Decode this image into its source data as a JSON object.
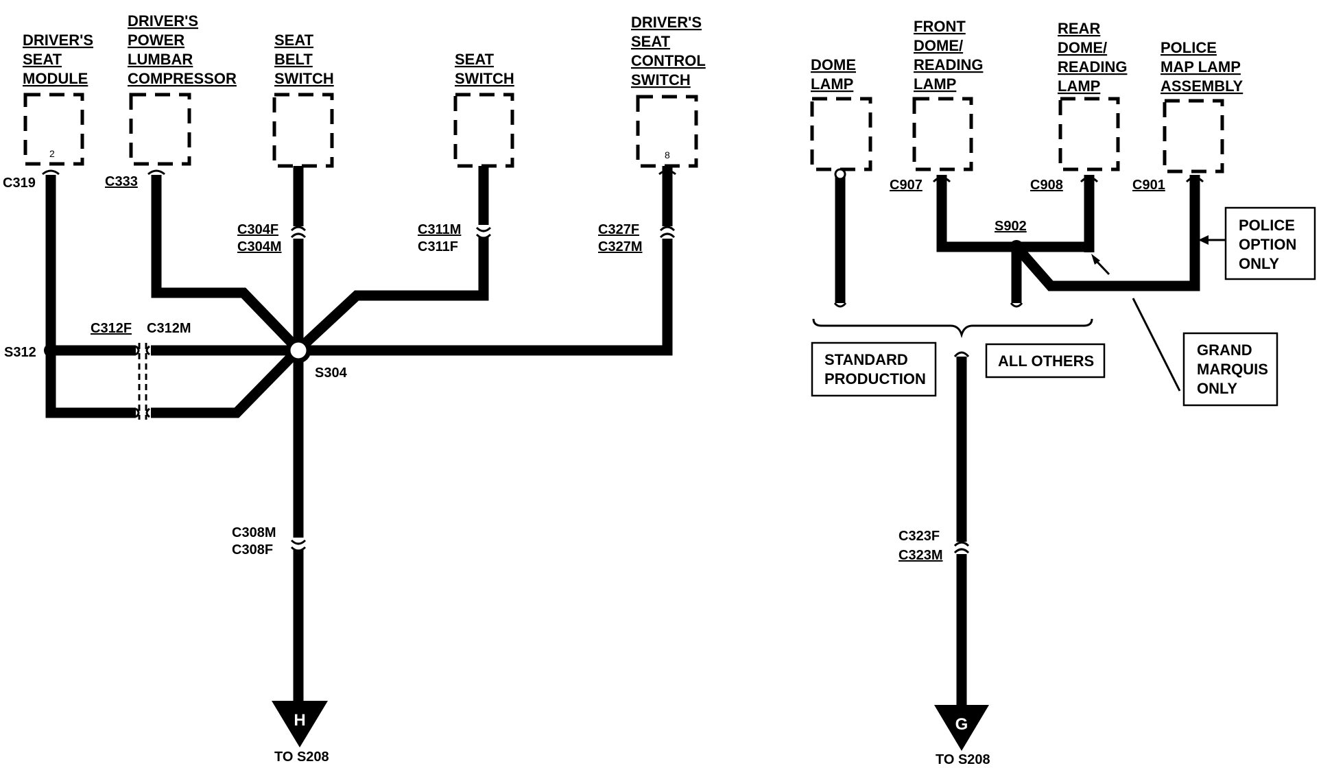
{
  "left_section": {
    "components": [
      {
        "lines": [
          "DRIVER'S",
          "SEAT",
          "MODULE"
        ],
        "pin": "2",
        "connector": "C319"
      },
      {
        "lines": [
          "DRIVER'S",
          "POWER",
          "LUMBAR",
          "COMPRESSOR"
        ],
        "pin": "",
        "connector": "C333"
      },
      {
        "lines": [
          "SEAT",
          "BELT",
          "SWITCH"
        ],
        "pin": "",
        "connector": ""
      },
      {
        "lines": [
          "SEAT",
          "SWITCH"
        ],
        "pin": "",
        "connector": ""
      },
      {
        "lines": [
          "DRIVER'S",
          "SEAT",
          "CONTROL",
          "SWITCH"
        ],
        "pin": "8",
        "connector": ""
      }
    ],
    "connectors": {
      "c304": [
        "C304F",
        "C304M"
      ],
      "c311": [
        "C311M",
        "C311F"
      ],
      "c327": [
        "C327F",
        "C327M"
      ],
      "c312f": "C312F",
      "c312m": "C312M",
      "c308": [
        "C308M",
        "C308F"
      ]
    },
    "splices": {
      "s312": "S312",
      "s304": "S304"
    },
    "ground": {
      "letter": "H",
      "to": "TO S208"
    }
  },
  "right_section": {
    "components": [
      {
        "lines": [
          "DOME",
          "LAMP"
        ],
        "connector": ""
      },
      {
        "lines": [
          "FRONT",
          "DOME/",
          "READING",
          "LAMP"
        ],
        "connector": "C907"
      },
      {
        "lines": [
          "REAR",
          "DOME/",
          "READING",
          "LAMP"
        ],
        "connector": "C908"
      },
      {
        "lines": [
          "POLICE",
          "MAP LAMP",
          "ASSEMBLY"
        ],
        "connector": "C901"
      }
    ],
    "splice": "S902",
    "notes": {
      "police": [
        "POLICE",
        "OPTION",
        "ONLY"
      ],
      "grand_marquis": [
        "GRAND",
        "MARQUIS",
        "ONLY"
      ],
      "standard": [
        "STANDARD",
        "PRODUCTION"
      ],
      "all_others": "ALL OTHERS"
    },
    "connector_c323": [
      "C323F",
      "C323M"
    ],
    "ground": {
      "letter": "G",
      "to": "TO S208"
    }
  }
}
